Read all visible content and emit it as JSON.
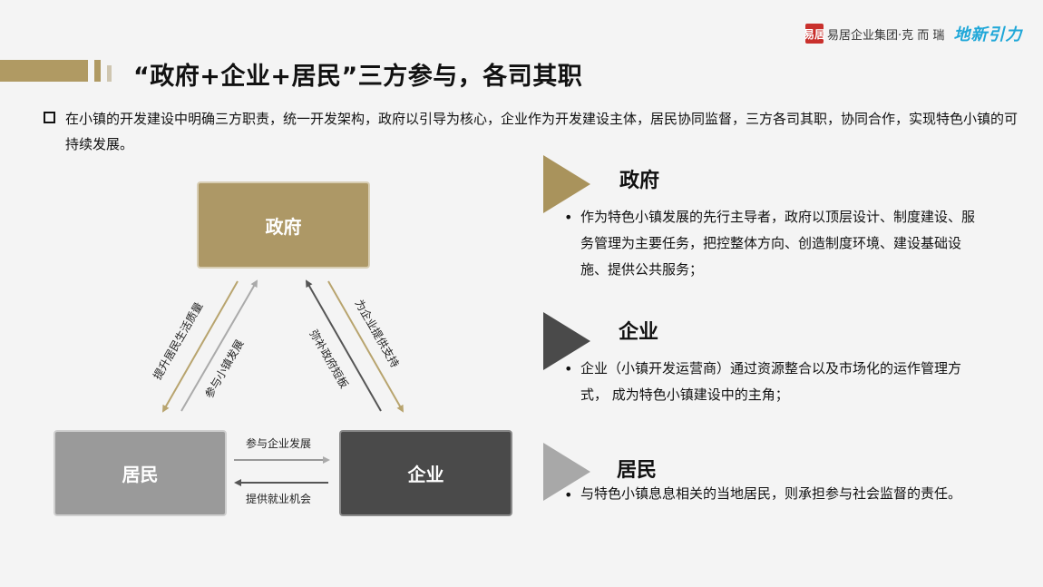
{
  "logo": {
    "seal": "易居",
    "company": "易居企业集团·克 而 瑞",
    "brand": "地新引力"
  },
  "title": "“政府+企业+居民”三方参与，各司其职",
  "intro": "在小镇的开发建设中明确三方职责，统一开发架构，政府以引导为核心，企业作为开发建设主体，居民协同监督，三方各司其职，协同合作，实现特色小镇的可持续发展。",
  "diagram": {
    "nodes": {
      "gov": "政府",
      "res": "居民",
      "ent": "企业"
    },
    "edges": {
      "gov_to_res": "提升居民生活质量",
      "res_to_gov": "参与小镇发展",
      "ent_to_gov": "弥补政府短板",
      "gov_to_ent": "为企业提供支持",
      "res_to_ent": "参与企业发展",
      "ent_to_res": "提供就业机会"
    }
  },
  "sections": [
    {
      "title": "政府",
      "text": "作为特色小镇发展的先行主导者，政府以顶层设计、制度建设、服务管理为主要任务，把控整体方向、创造制度环境、建设基础设施、提供公共服务；"
    },
    {
      "title": "企业",
      "text": "企业（小镇开发运营商）通过资源整合以及市场化的运作管理方式， 成为特色小镇建设中的主角；"
    },
    {
      "title": "居民",
      "text": "与特色小镇息息相关的当地居民，则承担参与社会监督的责任。"
    }
  ],
  "colors": {
    "gold": "#ad9866",
    "gray": "#9a9a9a",
    "dark": "#4a4a4a",
    "logo_blue": "#1fa7d8",
    "seal_red": "#c9302c"
  }
}
